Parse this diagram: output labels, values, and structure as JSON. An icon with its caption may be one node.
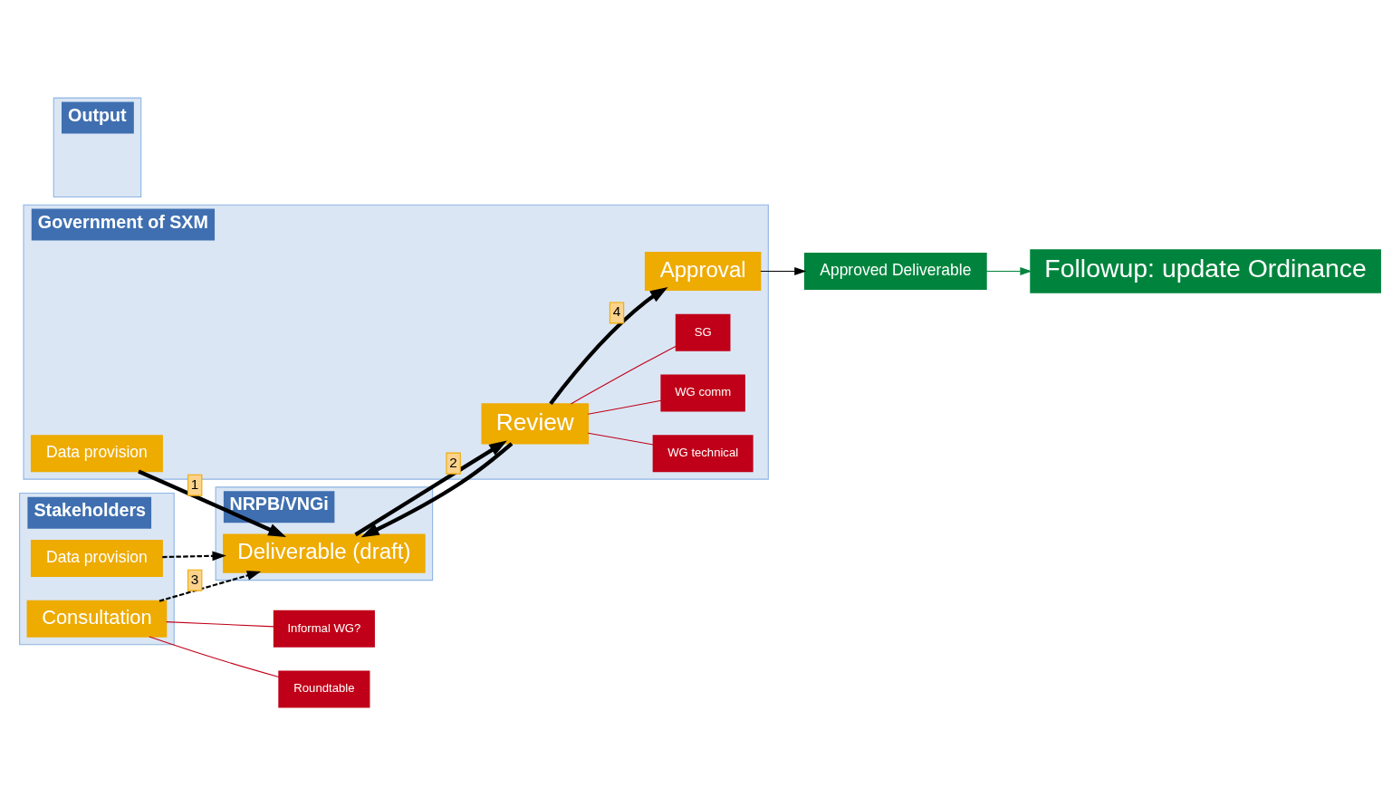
{
  "diagram": {
    "nodes": [
      {
        "text": [
          "NRPB/VNGi"
        ]
      },
      {
        "text": [
          "Deliverable (draft)"
        ],
        "in": 0
      },
      {
        "text": [
          "Government of SXM"
        ]
      },
      {
        "text": [
          "Data provision"
        ],
        "in": 2
      },
      {
        "text": [
          "Review"
        ],
        "in": 2
      },
      {
        "text": [
          "WG technical"
        ],
        "in": 2
      },
      {
        "text": [
          "WG comm"
        ],
        "in": 2
      },
      {
        "text": [
          "SG"
        ],
        "in": 2
      },
      {
        "text": [
          "Approval"
        ],
        "in": 2
      },
      {
        "text": [
          "Stakeholders"
        ]
      },
      {
        "text": [
          "Data provision"
        ],
        "in": 9
      },
      {
        "text": [
          "Consultation"
        ],
        "in": 9
      },
      {
        "text": [
          "Informal WG?"
        ]
      },
      {
        "text": [
          "Roundtable"
        ]
      },
      {
        "text": [
          "Output"
        ]
      },
      {
        "text": [
          "Approved Deliverable"
        ]
      },
      {
        "text": [
          "Followup: update Ordinance"
        ]
      }
    ],
    "edges": [
      {
        "from": 3,
        "to": 1,
        "arrow": "to",
        "label": "1",
        "style": "thick"
      },
      {
        "from": 10,
        "to": 1,
        "arrow": "to",
        "style": "dashed"
      },
      {
        "from": 1,
        "to": 4,
        "arrow": "to",
        "label": "2",
        "style": "thick"
      },
      {
        "from": 4,
        "to": 1,
        "arrow": "to",
        "style": "thick"
      },
      {
        "from": 11,
        "to": 1,
        "arrow": "to",
        "label": "3",
        "style": "dashed"
      },
      {
        "from": 4,
        "to": 8,
        "arrow": "to",
        "label": "4",
        "style": "thick"
      },
      {
        "from": 4,
        "to": 5,
        "arrow": "none",
        "color": "#c00018"
      },
      {
        "from": 4,
        "to": 6,
        "arrow": "none",
        "color": "#c00018"
      },
      {
        "from": 4,
        "to": 7,
        "arrow": "none",
        "color": "#c00018"
      },
      {
        "from": 11,
        "to": 12,
        "arrow": "none",
        "color": "#c00018"
      },
      {
        "from": 11,
        "to": 13,
        "arrow": "none",
        "color": "#c00018"
      },
      {
        "from": 8,
        "to": 15,
        "arrow": "to"
      },
      {
        "from": 15,
        "to": 16,
        "arrow": "to",
        "color": "#00843d"
      }
    ]
  }
}
